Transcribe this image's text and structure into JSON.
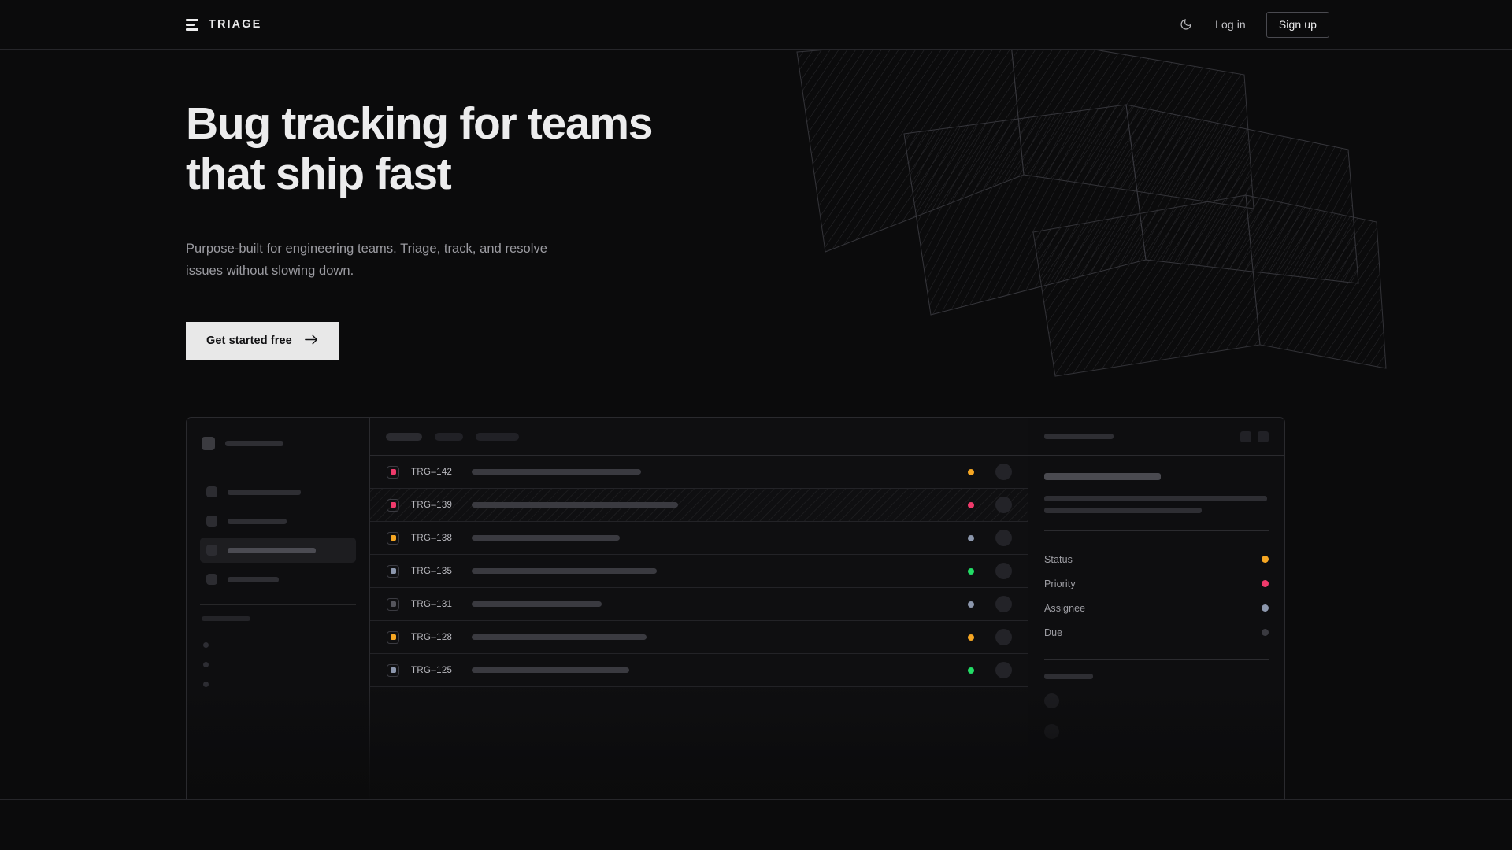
{
  "brand": {
    "name": "TRIAGE",
    "logo_icon": "stacked-bars-icon"
  },
  "nav": {
    "theme_toggle_icon": "moon-icon",
    "login_label": "Log in",
    "signup_label": "Sign up"
  },
  "hero": {
    "title_line1": "Bug tracking for teams",
    "title_line2": "that ship fast",
    "subtitle_line1": "Purpose-built for engineering teams. Triage, track, and",
    "subtitle_line2": "resolve issues without slowing down.",
    "cta_label": "Get started free",
    "cta_icon": "arrow-right-icon"
  },
  "colors": {
    "page_bg": "#0b0b0c",
    "panel_bg": "#0f0f11",
    "border": "#2a2a2e",
    "text_primary": "#ececed",
    "text_muted": "#9b9ba1",
    "cta_bg": "#e8e8e8",
    "status_orange": "#f5a623",
    "status_pink": "#ef3a6b",
    "status_green": "#22dd66",
    "status_blue_gray": "#8c97ad",
    "status_muted": "#3a3a40"
  },
  "mockup": {
    "sidebar": {
      "workspace": {
        "icon": "workspace-square-icon",
        "label_width": 74
      },
      "nav_items": [
        {
          "label_width": 93,
          "active": false
        },
        {
          "label_width": 75,
          "active": false
        },
        {
          "label_width": 112,
          "active": true
        },
        {
          "label_width": 65,
          "active": false
        }
      ],
      "section_label_width": 62,
      "sub_items": [
        {
          "dot": true
        },
        {
          "dot": true
        },
        {
          "dot": true
        }
      ]
    },
    "list": {
      "filter_chips": [
        {
          "width": 46,
          "emphasis": true
        },
        {
          "width": 36,
          "emphasis": false
        },
        {
          "width": 55,
          "emphasis": false
        }
      ],
      "rows": [
        {
          "id": "TRG–142",
          "badge_color": "#ef3a6b",
          "title_width": 215,
          "status_color": "#f5a623",
          "selected": false
        },
        {
          "id": "TRG–139",
          "badge_color": "#ef3a6b",
          "title_width": 262,
          "status_color": "#ef3a6b",
          "selected": true
        },
        {
          "id": "TRG–138",
          "badge_color": "#f5a623",
          "title_width": 188,
          "status_color": "#8c97ad",
          "selected": false
        },
        {
          "id": "TRG–135",
          "badge_color": "#8c97ad",
          "title_width": 235,
          "status_color": "#22dd66",
          "selected": false
        },
        {
          "id": "TRG–131",
          "badge_color": "#55555c",
          "title_width": 165,
          "status_color": "#8c97ad",
          "selected": false
        },
        {
          "id": "TRG–128",
          "badge_color": "#f5a623",
          "title_width": 222,
          "status_color": "#f5a623",
          "selected": false
        },
        {
          "id": "TRG–125",
          "badge_color": "#8c97ad",
          "title_width": 200,
          "status_color": "#22dd66",
          "selected": false
        }
      ]
    },
    "detail": {
      "header_label_width": 88,
      "action_buttons": [
        "action-one",
        "action-two"
      ],
      "title_width": 148,
      "body_lines": [
        283,
        200
      ],
      "meta": [
        {
          "label": "Status",
          "color": "#f5a623"
        },
        {
          "label": "Priority",
          "color": "#ef3a6b"
        },
        {
          "label": "Assignee",
          "color": "#8c97ad"
        },
        {
          "label": "Due",
          "color": "#3a3a40"
        }
      ],
      "comments_label_width": 62,
      "comment_avatars": 2
    }
  }
}
